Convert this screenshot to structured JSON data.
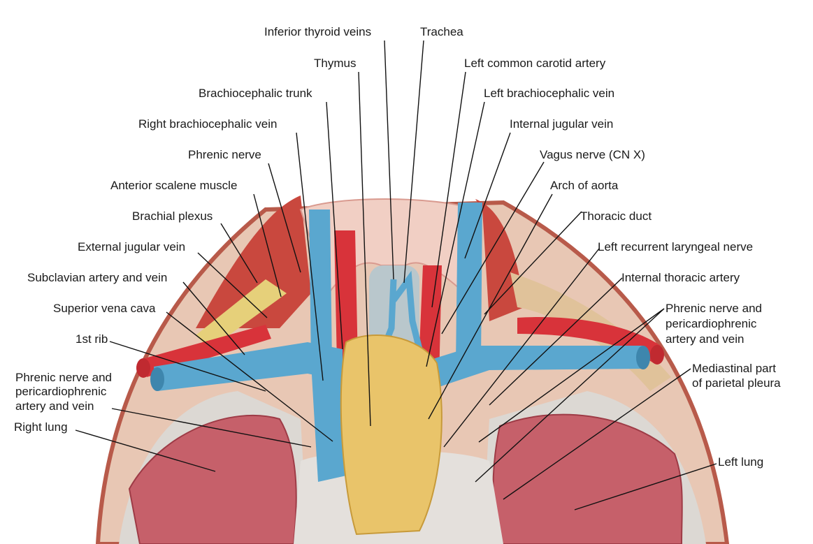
{
  "colors": {
    "artery": "#d8333a",
    "vein": "#5aa7cf",
    "thymus": "#e9c46a",
    "lung": "#c9606a",
    "muscle": "#c9483e",
    "pleura": "#d9d6d2"
  },
  "labels_left": {
    "inferior_thyroid_veins": "Inferior thyroid veins",
    "thymus": "Thymus",
    "brachiocephalic_trunk": "Brachiocephalic trunk",
    "right_brachiocephalic_vein": "Right brachiocephalic vein",
    "phrenic_nerve": "Phrenic nerve",
    "anterior_scalene_muscle": "Anterior scalene muscle",
    "brachial_plexus": "Brachial plexus",
    "external_jugular_vein": "External jugular vein",
    "subclavian_artery_and_vein": "Subclavian artery and vein",
    "superior_vena_cava": "Superior vena cava",
    "first_rib": "1st rib",
    "phrenic_pericardiophrenic": [
      "Phrenic nerve and",
      "pericardiophrenic",
      "artery and vein"
    ],
    "right_lung": "Right lung"
  },
  "labels_right": {
    "trachea": "Trachea",
    "left_common_carotid_artery": "Left common carotid artery",
    "left_brachiocephalic_vein": "Left brachiocephalic vein",
    "internal_jugular_vein": "Internal jugular vein",
    "vagus_nerve": "Vagus nerve (CN X)",
    "arch_of_aorta": "Arch of aorta",
    "thoracic_duct": "Thoracic duct",
    "left_recurrent_laryngeal_nerve": "Left recurrent laryngeal nerve",
    "internal_thoracic_artery": "Internal thoracic artery",
    "phrenic_pericardiophrenic": [
      "Phrenic nerve and",
      "pericardiophrenic",
      "artery and vein"
    ],
    "mediastinal_parietal_pleura": [
      "Mediastinal part",
      "of parietal pleura"
    ],
    "left_lung": "Left lung"
  }
}
